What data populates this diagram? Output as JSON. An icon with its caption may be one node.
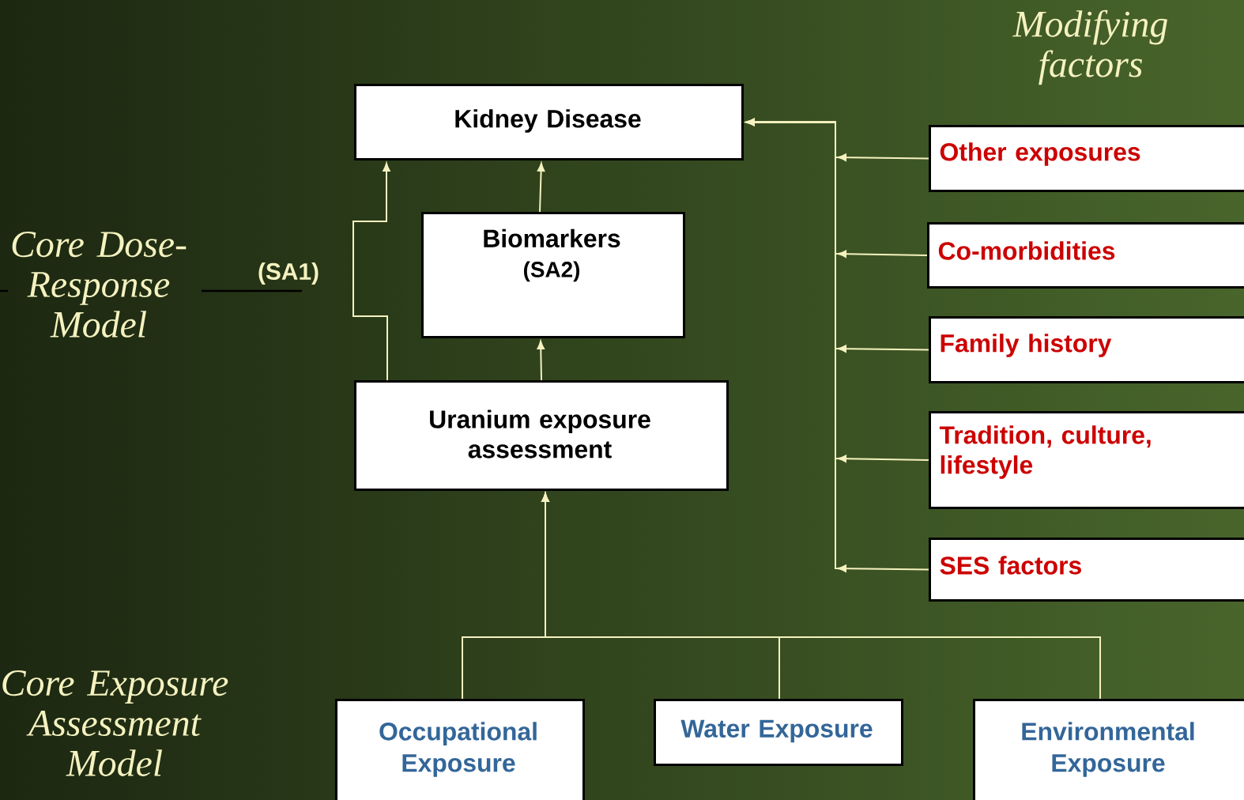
{
  "diagram": {
    "nodes": [
      {
        "text": [
          "Kidney Disease"
        ]
      },
      {
        "text": [
          "Biomarkers",
          "(SA2)"
        ]
      },
      {
        "text": [
          "Uranium exposure assessment"
        ]
      },
      {
        "text": [
          "Other exposures"
        ]
      },
      {
        "text": [
          "Co-morbidities"
        ]
      },
      {
        "text": [
          "Family history"
        ]
      },
      {
        "text": [
          "Tradition, culture, lifestyle"
        ]
      },
      {
        "text": [
          "SES factors"
        ]
      },
      {
        "text": [
          "Occupational Exposure"
        ]
      },
      {
        "text": [
          "Water Exposure"
        ]
      },
      {
        "text": [
          "Environmental Exposure"
        ]
      }
    ],
    "edges": [
      {
        "from": 2,
        "to": 0,
        "arrow": "to"
      },
      {
        "from": 1,
        "to": 0,
        "arrow": "to"
      },
      {
        "from": 2,
        "to": 1,
        "arrow": "to"
      },
      {
        "from": 3,
        "to": 0,
        "arrow": "to"
      },
      {
        "from": 4,
        "to": 0,
        "arrow": "to"
      },
      {
        "from": 5,
        "to": 0,
        "arrow": "to"
      },
      {
        "from": 6,
        "to": 0,
        "arrow": "to"
      },
      {
        "from": 7,
        "to": 0,
        "arrow": "to"
      },
      {
        "from": 8,
        "to": 2,
        "arrow": "to"
      },
      {
        "from": 9,
        "to": 2,
        "arrow": "to"
      },
      {
        "from": 10,
        "to": 2,
        "arrow": "to"
      }
    ],
    "labels": [
      "Modifying factors",
      "Core Dose-Response Model",
      "(SA1)",
      "Core Exposure Assessment Model"
    ]
  }
}
